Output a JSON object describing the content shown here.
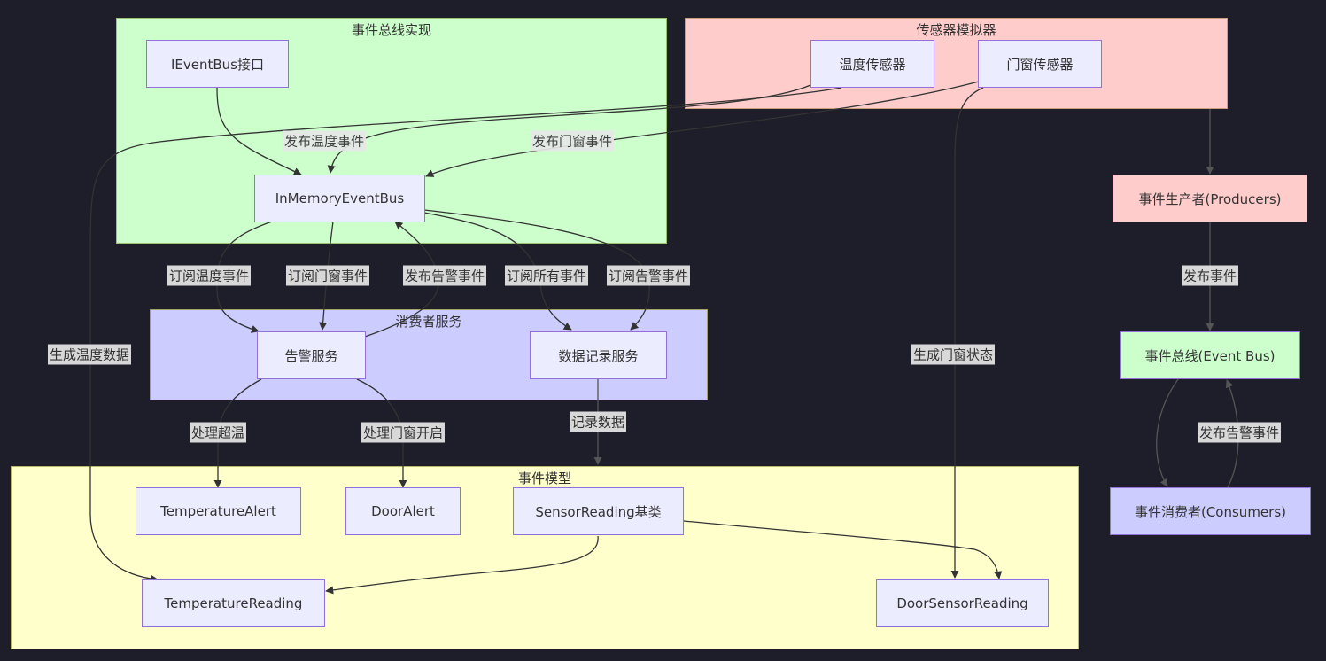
{
  "groups": {
    "bus": "事件总线实现",
    "sensors": "传感器模拟器",
    "consumers": "消费者服务",
    "events": "事件模型"
  },
  "nodes": {
    "ieventbus": "IEventBus接口",
    "inmemory": "InMemoryEventBus",
    "temp_sensor": "温度传感器",
    "door_sensor": "门窗传感器",
    "alert_service": "告警服务",
    "record_service": "数据记录服务",
    "temp_alert": "TemperatureAlert",
    "door_alert": "DoorAlert",
    "sensor_reading": "SensorReading基类",
    "temp_reading": "TemperatureReading",
    "door_reading": "DoorSensorReading",
    "producers": "事件生产者(Producers)",
    "event_bus": "事件总线(Event Bus)",
    "consumers": "事件消费者(Consumers)"
  },
  "edge_labels": {
    "pub_temp": "发布温度事件",
    "pub_door": "发布门窗事件",
    "sub_temp": "订阅温度事件",
    "sub_door": "订阅门窗事件",
    "pub_alert": "发布告警事件",
    "sub_all": "订阅所有事件",
    "sub_alert": "订阅告警事件",
    "gen_temp": "生成温度数据",
    "gen_door": "生成门窗状态",
    "handle_overheat": "处理超温",
    "handle_door_open": "处理门窗开启",
    "record_data": "记录数据",
    "legend_publish": "发布事件",
    "legend_publish_alert": "发布告警事件"
  },
  "colors": {
    "background": "#1e1e2a",
    "edge": "#333333",
    "node_fill": "#ececff",
    "node_border": "#9370db"
  }
}
